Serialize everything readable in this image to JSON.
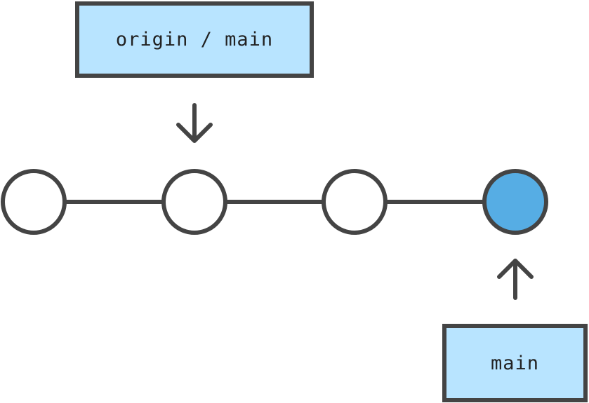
{
  "branches": {
    "origin_label": "origin / main",
    "main_label": "main"
  },
  "commits": [
    {
      "state": "plain"
    },
    {
      "state": "plain"
    },
    {
      "state": "plain"
    },
    {
      "state": "current"
    }
  ],
  "colors": {
    "stroke": "#444444",
    "label_fill": "#b8e4ff",
    "commit_fill": "#ffffff",
    "current_commit_fill": "#56ade4"
  }
}
